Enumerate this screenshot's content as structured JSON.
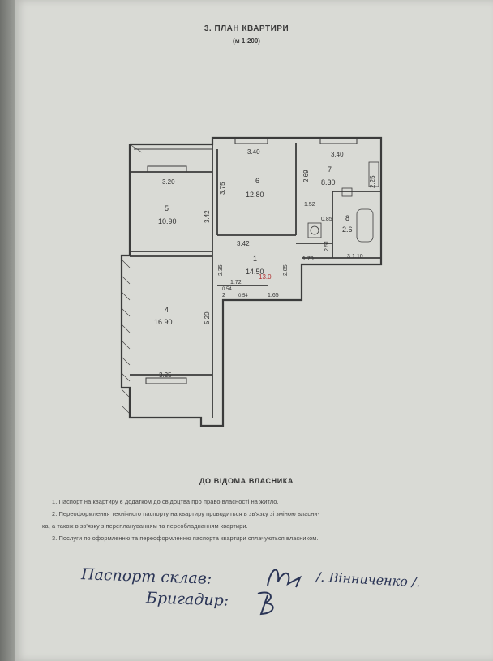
{
  "header": {
    "title": "3. ПЛАН КВАРТИРИ",
    "scale": "(м 1:200)"
  },
  "plan": {
    "rooms": [
      {
        "number": "1",
        "area": "14.50",
        "note": "13.0"
      },
      {
        "number": "2",
        "area": "1.72"
      },
      {
        "number": "3",
        "area": "1.10"
      },
      {
        "number": "4",
        "area": "16.90"
      },
      {
        "number": "5",
        "area": "10.90"
      },
      {
        "number": "6",
        "area": "12.80"
      },
      {
        "number": "7",
        "area": "8.30"
      },
      {
        "number": "8",
        "area": "2.6"
      }
    ],
    "dimensions": [
      "3.40",
      "3.40",
      "3.20",
      "3.75",
      "2.69",
      "2.25",
      "3.42",
      "3.42",
      "1.52",
      "0.85",
      "2.51",
      "2.35",
      "2.85",
      "1.70",
      "1.65",
      "0.54",
      "0.54",
      "5.20",
      "3.25"
    ]
  },
  "notice": {
    "heading": "ДО ВІДОМА ВЛАСНИКА",
    "lines": [
      "1. Паспорт на квартиру є додатком до свідоцтва про право власності на житло.",
      "2. Переоформлення технічного паспорту на квартиру проводиться в зв'язку зі зміною власни-",
      "ка, а також в зв'язку з переплануванням та переобладнанням квартири.",
      "3. Послуги по оформленню та переоформленню паспорта квартири сплачуються власником."
    ]
  },
  "signature": {
    "line1": "Паспорт склав:",
    "name1": "/. Вінниченко /.",
    "line2": "Бригадир:"
  }
}
